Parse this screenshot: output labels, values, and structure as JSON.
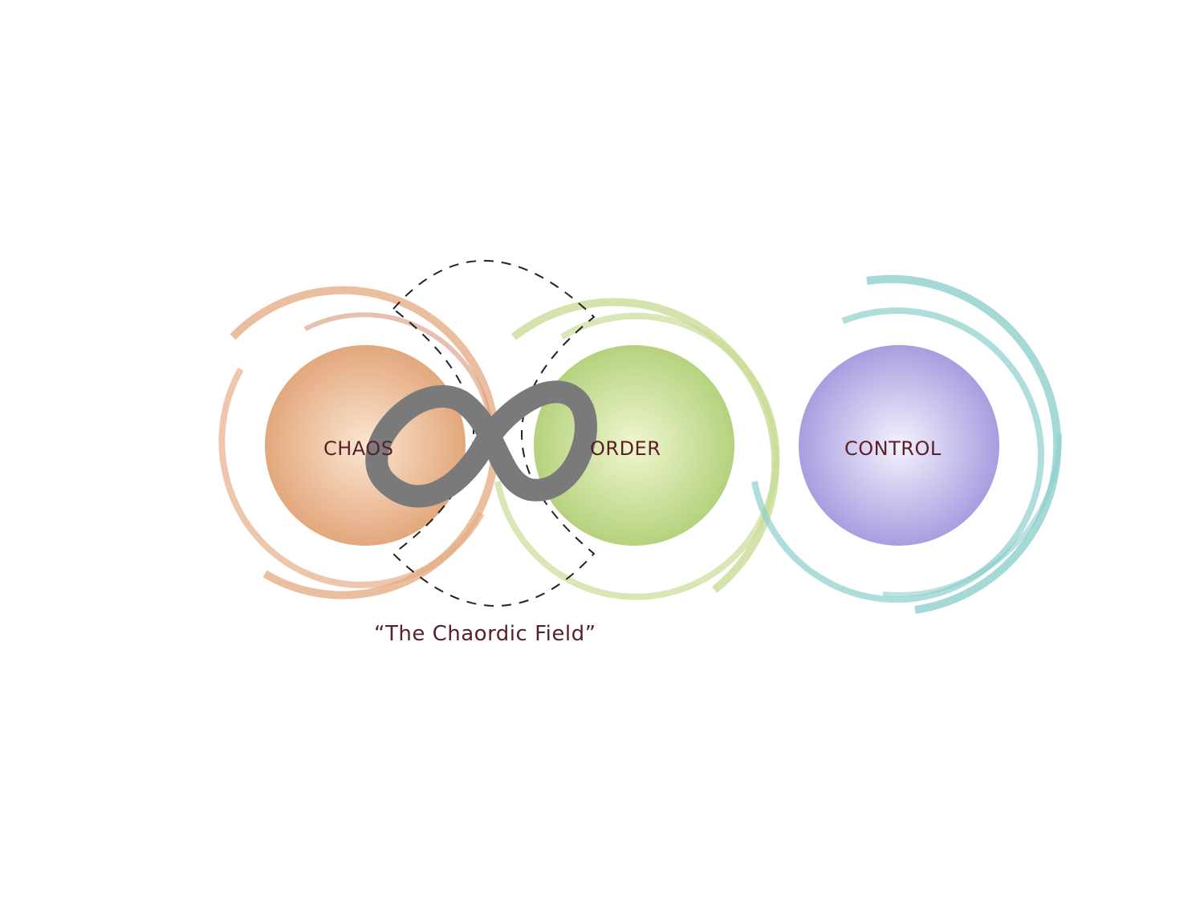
{
  "circles": [
    {
      "label": "CHAOS",
      "color": "#e4a57c",
      "core": "#f6d9bd"
    },
    {
      "label": "ORDER",
      "color": "#c3d98a",
      "core": "#e6f0bd"
    },
    {
      "label": "CONTROL",
      "color": "#86cccb",
      "core": "#c9c3ee"
    }
  ],
  "field_label": "“The Chaordic Field”",
  "symbol": "infinity",
  "symbol_color": "#7a7a7a"
}
